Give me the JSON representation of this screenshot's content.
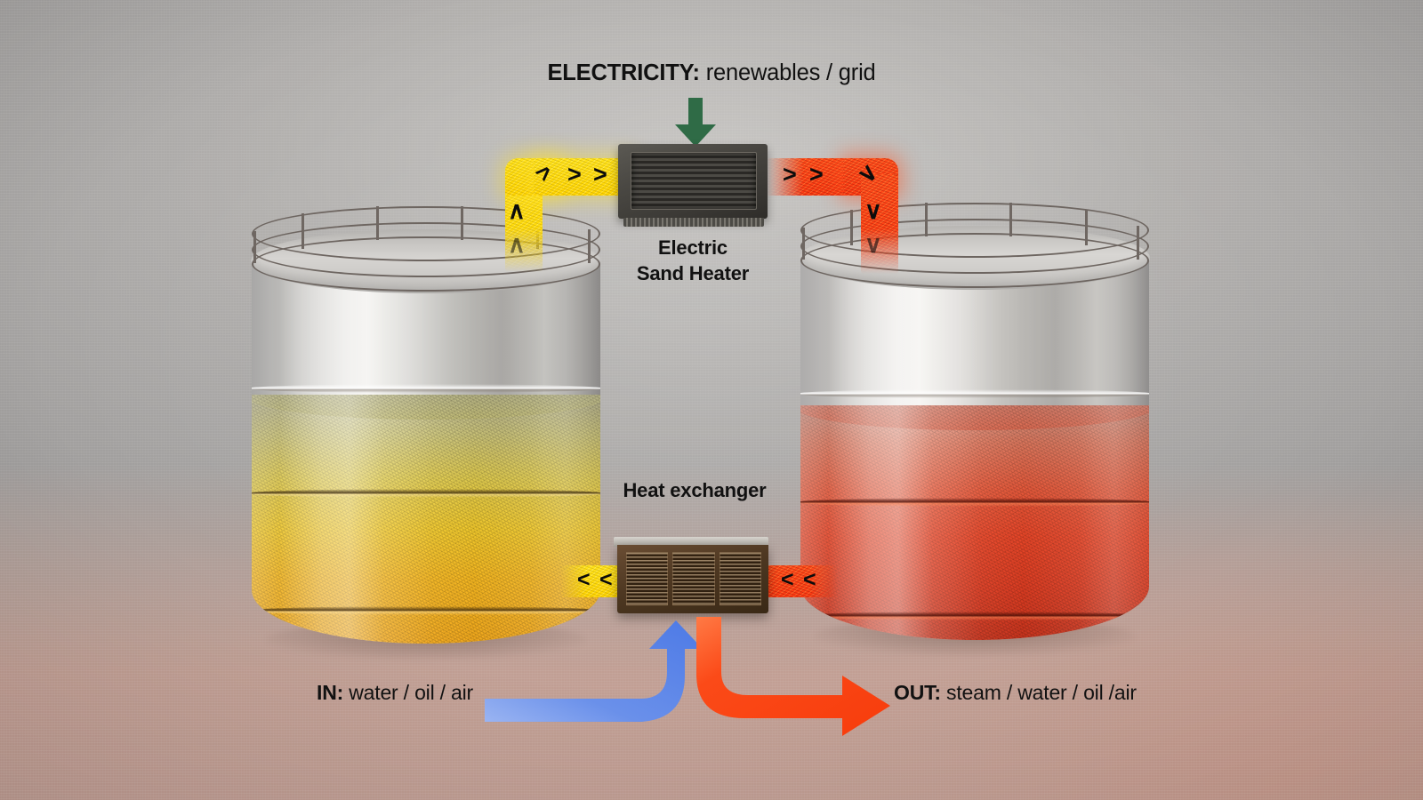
{
  "diagram": {
    "title_label": {
      "bold": "ELECTRICITY:",
      "rest": " renewables / grid"
    },
    "nodes": {
      "electric_heater": {
        "name": "Electric Sand Heater",
        "line1": "Electric",
        "line2": "Sand Heater",
        "icon": "finned-heater-unit"
      },
      "heat_exchanger": {
        "name": "Heat exchanger",
        "label": "Heat exchanger",
        "icon": "louvered-exchanger-unit"
      },
      "cold_tank": {
        "name": "Cold sand storage tank",
        "fill_color": "#f5c61e",
        "state": "cold"
      },
      "hot_tank": {
        "name": "Hot sand storage tank",
        "fill_color": "#e9431c",
        "state": "hot"
      }
    },
    "flows": {
      "electricity_in": {
        "label": "ELECTRICITY: renewables / grid",
        "color": "#2f6b46",
        "direction": "down"
      },
      "cold_sand_to_heater": {
        "color": "#ffd400",
        "chevrons_up": "∧",
        "chevrons_right": ">",
        "direction": "up-then-right"
      },
      "hot_sand_to_tank": {
        "color": "#ff4d1a",
        "chevrons_right": ">",
        "chevrons_down": "∨",
        "direction": "right-then-down"
      },
      "hot_sand_to_exchanger": {
        "color": "#ff4d1a",
        "chevrons_left": "<",
        "direction": "left"
      },
      "cold_sand_return": {
        "color": "#ffd400",
        "chevrons_left": "<",
        "direction": "left"
      },
      "process_in": {
        "bold": "IN:",
        "rest": " water / oil / air",
        "color": "#5b86e8",
        "direction": "up"
      },
      "process_out": {
        "bold": "OUT:",
        "rest": " steam / water / oil /air",
        "color": "#fa3c10",
        "direction": "right"
      }
    },
    "colors": {
      "background_top": "#c8c6c3",
      "background_floor": "#c6a49a",
      "tank_metal": "#cfcecb",
      "cold_sand": "#f5c61e",
      "hot_sand": "#e9431c",
      "electricity_arrow": "#2f6b46",
      "inlet_arrow": "#5b86e8",
      "outlet_arrow": "#fa3c10",
      "text": "#111111"
    }
  }
}
